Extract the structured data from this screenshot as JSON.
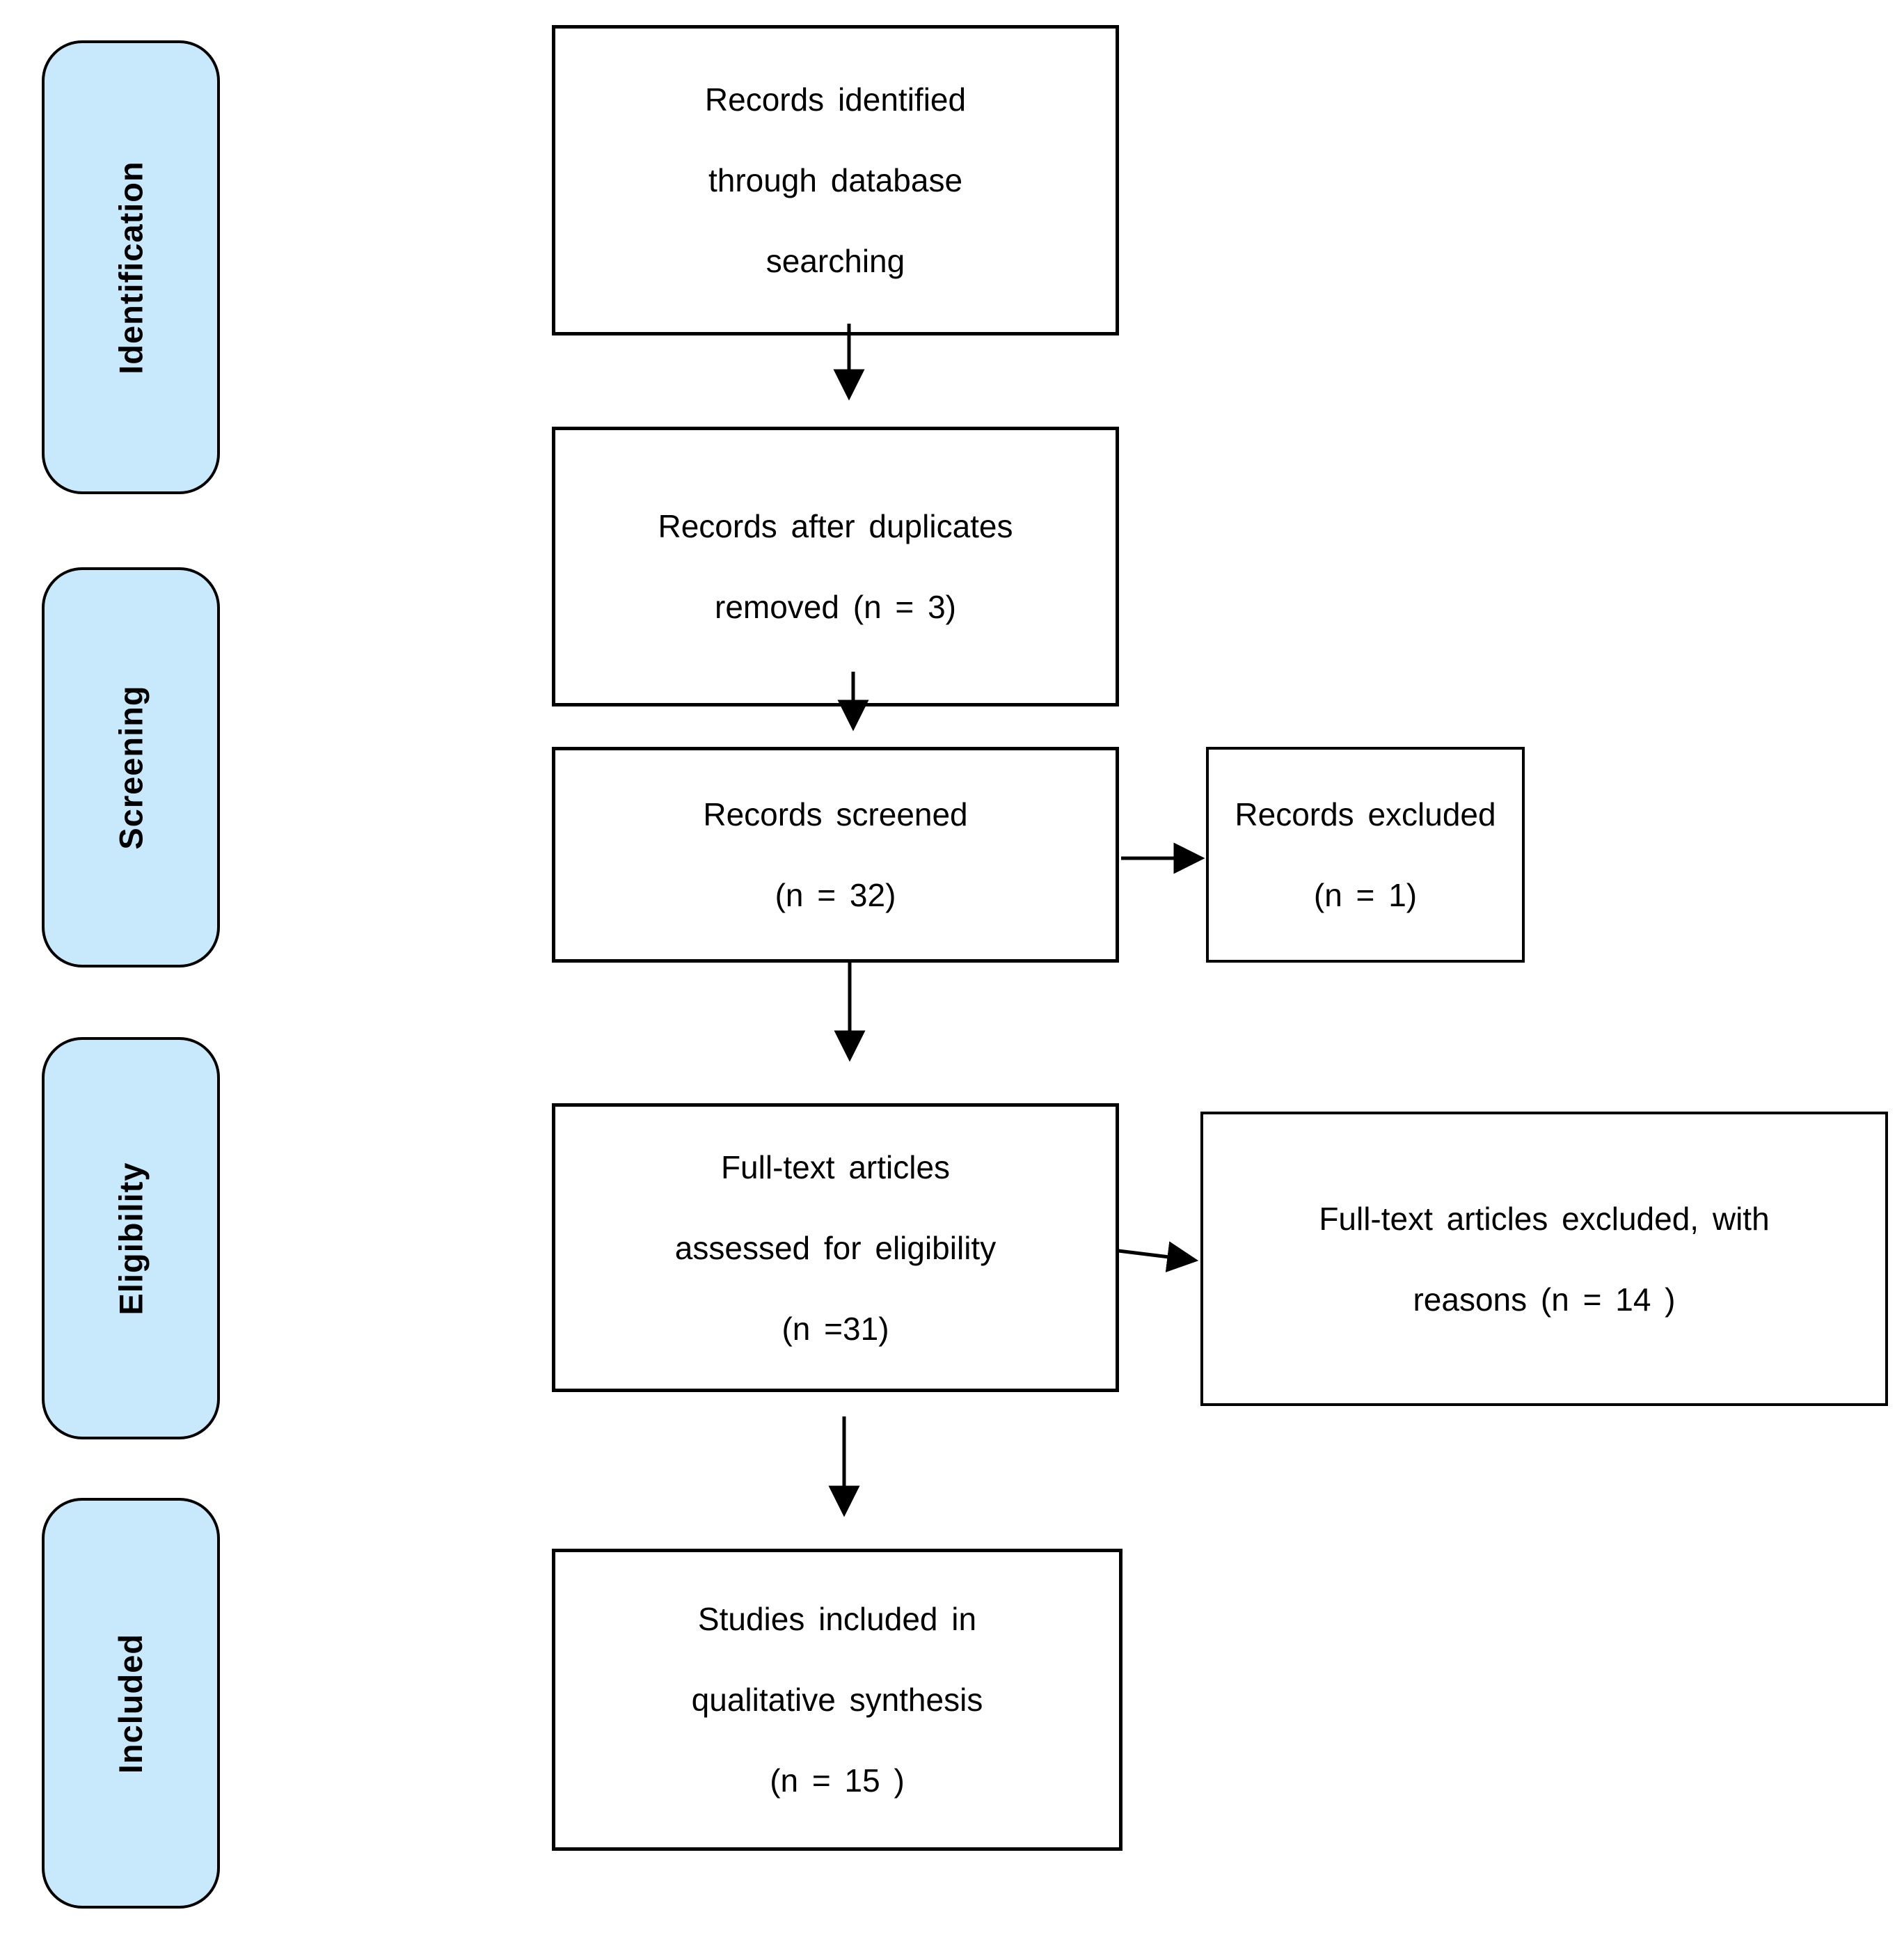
{
  "diagram": {
    "type": "prisma-flowchart",
    "stage_labels": [
      "Identification",
      "Screening",
      "Eligibility",
      "Included"
    ],
    "nodes": [
      {
        "id": "records-identified",
        "lines": [
          "Records identified",
          "through database",
          "searching"
        ]
      },
      {
        "id": "records-after-duplicates",
        "lines": [
          "Records after duplicates",
          "removed (n = 3)"
        ]
      },
      {
        "id": "records-screened",
        "lines": [
          "Records screened",
          "(n = 32)"
        ]
      },
      {
        "id": "records-excluded",
        "lines": [
          "Records excluded",
          "(n = 1)"
        ]
      },
      {
        "id": "fulltext-assessed",
        "lines": [
          "Full-text articles",
          "assessed for eligibility",
          "(n =31)"
        ]
      },
      {
        "id": "fulltext-excluded",
        "lines": [
          "Full-text articles excluded, with",
          "reasons (n = 14 )"
        ]
      },
      {
        "id": "studies-included",
        "lines": [
          "Studies included in",
          "qualitative synthesis",
          "(n = 15 )"
        ]
      }
    ],
    "edges": [
      {
        "from": "records-identified",
        "to": "records-after-duplicates"
      },
      {
        "from": "records-after-duplicates",
        "to": "records-screened"
      },
      {
        "from": "records-screened",
        "to": "records-excluded"
      },
      {
        "from": "records-screened",
        "to": "fulltext-assessed"
      },
      {
        "from": "fulltext-assessed",
        "to": "fulltext-excluded"
      },
      {
        "from": "fulltext-assessed",
        "to": "studies-included"
      }
    ],
    "counts": {
      "duplicates_removed": 3,
      "screened": 32,
      "excluded": 1,
      "fulltext_assessed": 31,
      "fulltext_excluded": 14,
      "included_qualitative": 15
    },
    "colors": {
      "stage_fill": "#C8E9FB",
      "border": "#000000",
      "text": "#000000",
      "arrow": "#000000",
      "background": "#FFFFFF"
    }
  }
}
